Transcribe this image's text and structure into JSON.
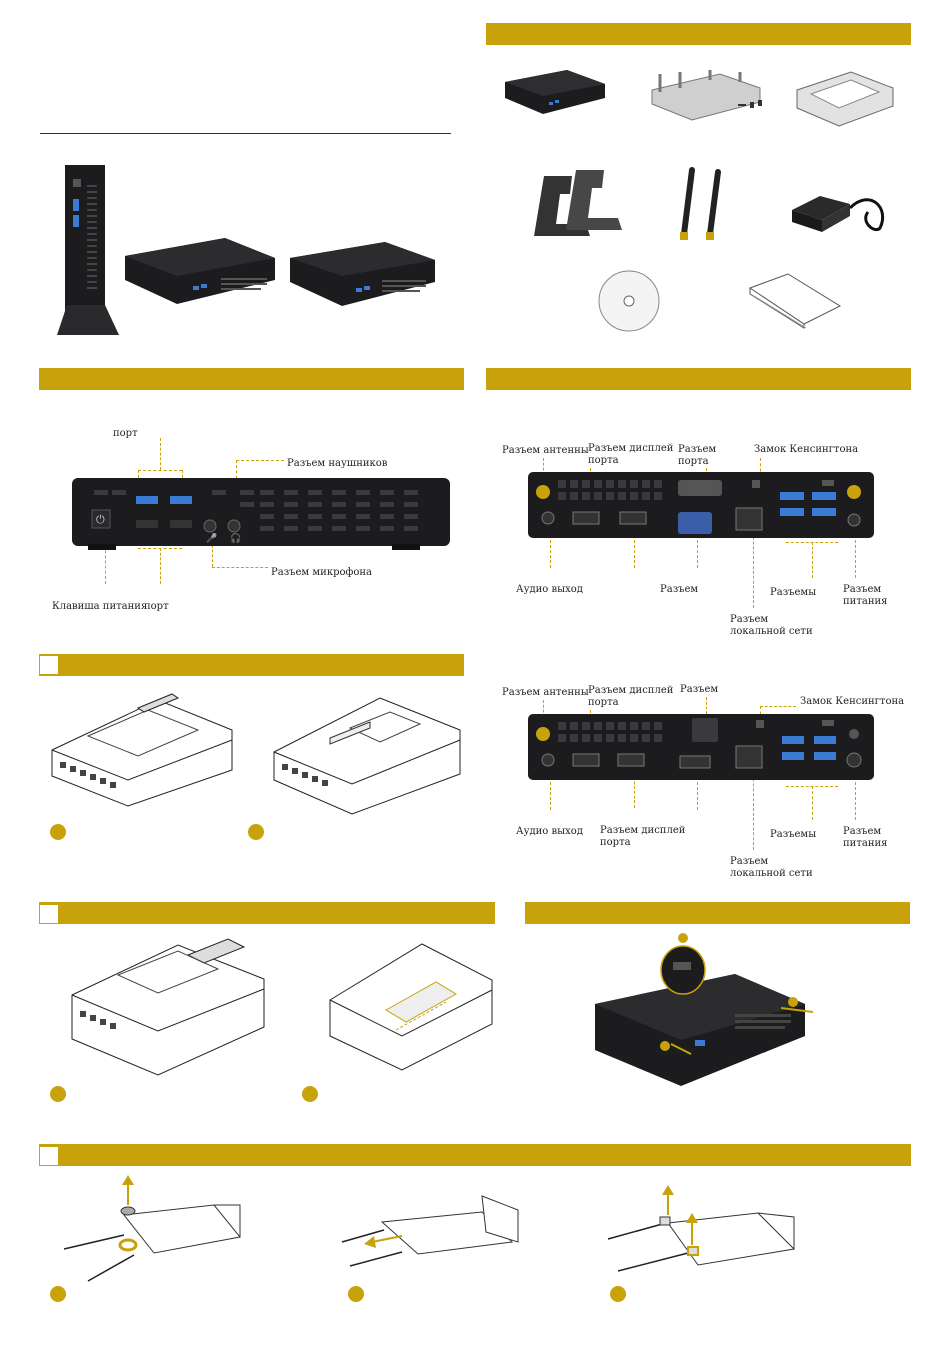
{
  "colors": {
    "accent": "#c8a20a",
    "device": "#1c1c1e",
    "line": "#333333"
  },
  "front_panel": {
    "port_top": "порт",
    "headphone": "Разъем наушников",
    "mic": "Разъем микрофона",
    "power_key": "Клавиша питания",
    "port_bottom": "порт"
  },
  "rear_panel_1": {
    "antenna": "Разъем антенны",
    "dp_line1": "Разъем дисплей",
    "dp_line2": "порта",
    "serial_line1": "Разъем",
    "serial_line2": "порта",
    "kensington": "Замок Кенсингтона",
    "audio_out": "Аудио выход",
    "connector": "Разъем",
    "connectors": "Разъемы",
    "power_line1": "Разъем",
    "power_line2": "питания",
    "lan_line1": "Разъем",
    "lan_line2": "локальной сети"
  },
  "rear_panel_2": {
    "antenna": "Разъем антенны",
    "dp_line1": "Разъем дисплей",
    "dp_line2": "порта",
    "connector": "Разъем",
    "kensington": "Замок Кенсингтона",
    "audio_out": "Аудио выход",
    "dp2_line1": "Разъем дисплей",
    "dp2_line2": "порта",
    "connectors": "Разъемы",
    "power_line1": "Разъем",
    "power_line2": "питания",
    "lan_line1": "Разъем",
    "lan_line2": "локальной сети"
  },
  "icons": [
    "power-icon",
    "headphone-icon",
    "mic-icon",
    "cd-icon",
    "manual-icon",
    "antenna-icon"
  ]
}
